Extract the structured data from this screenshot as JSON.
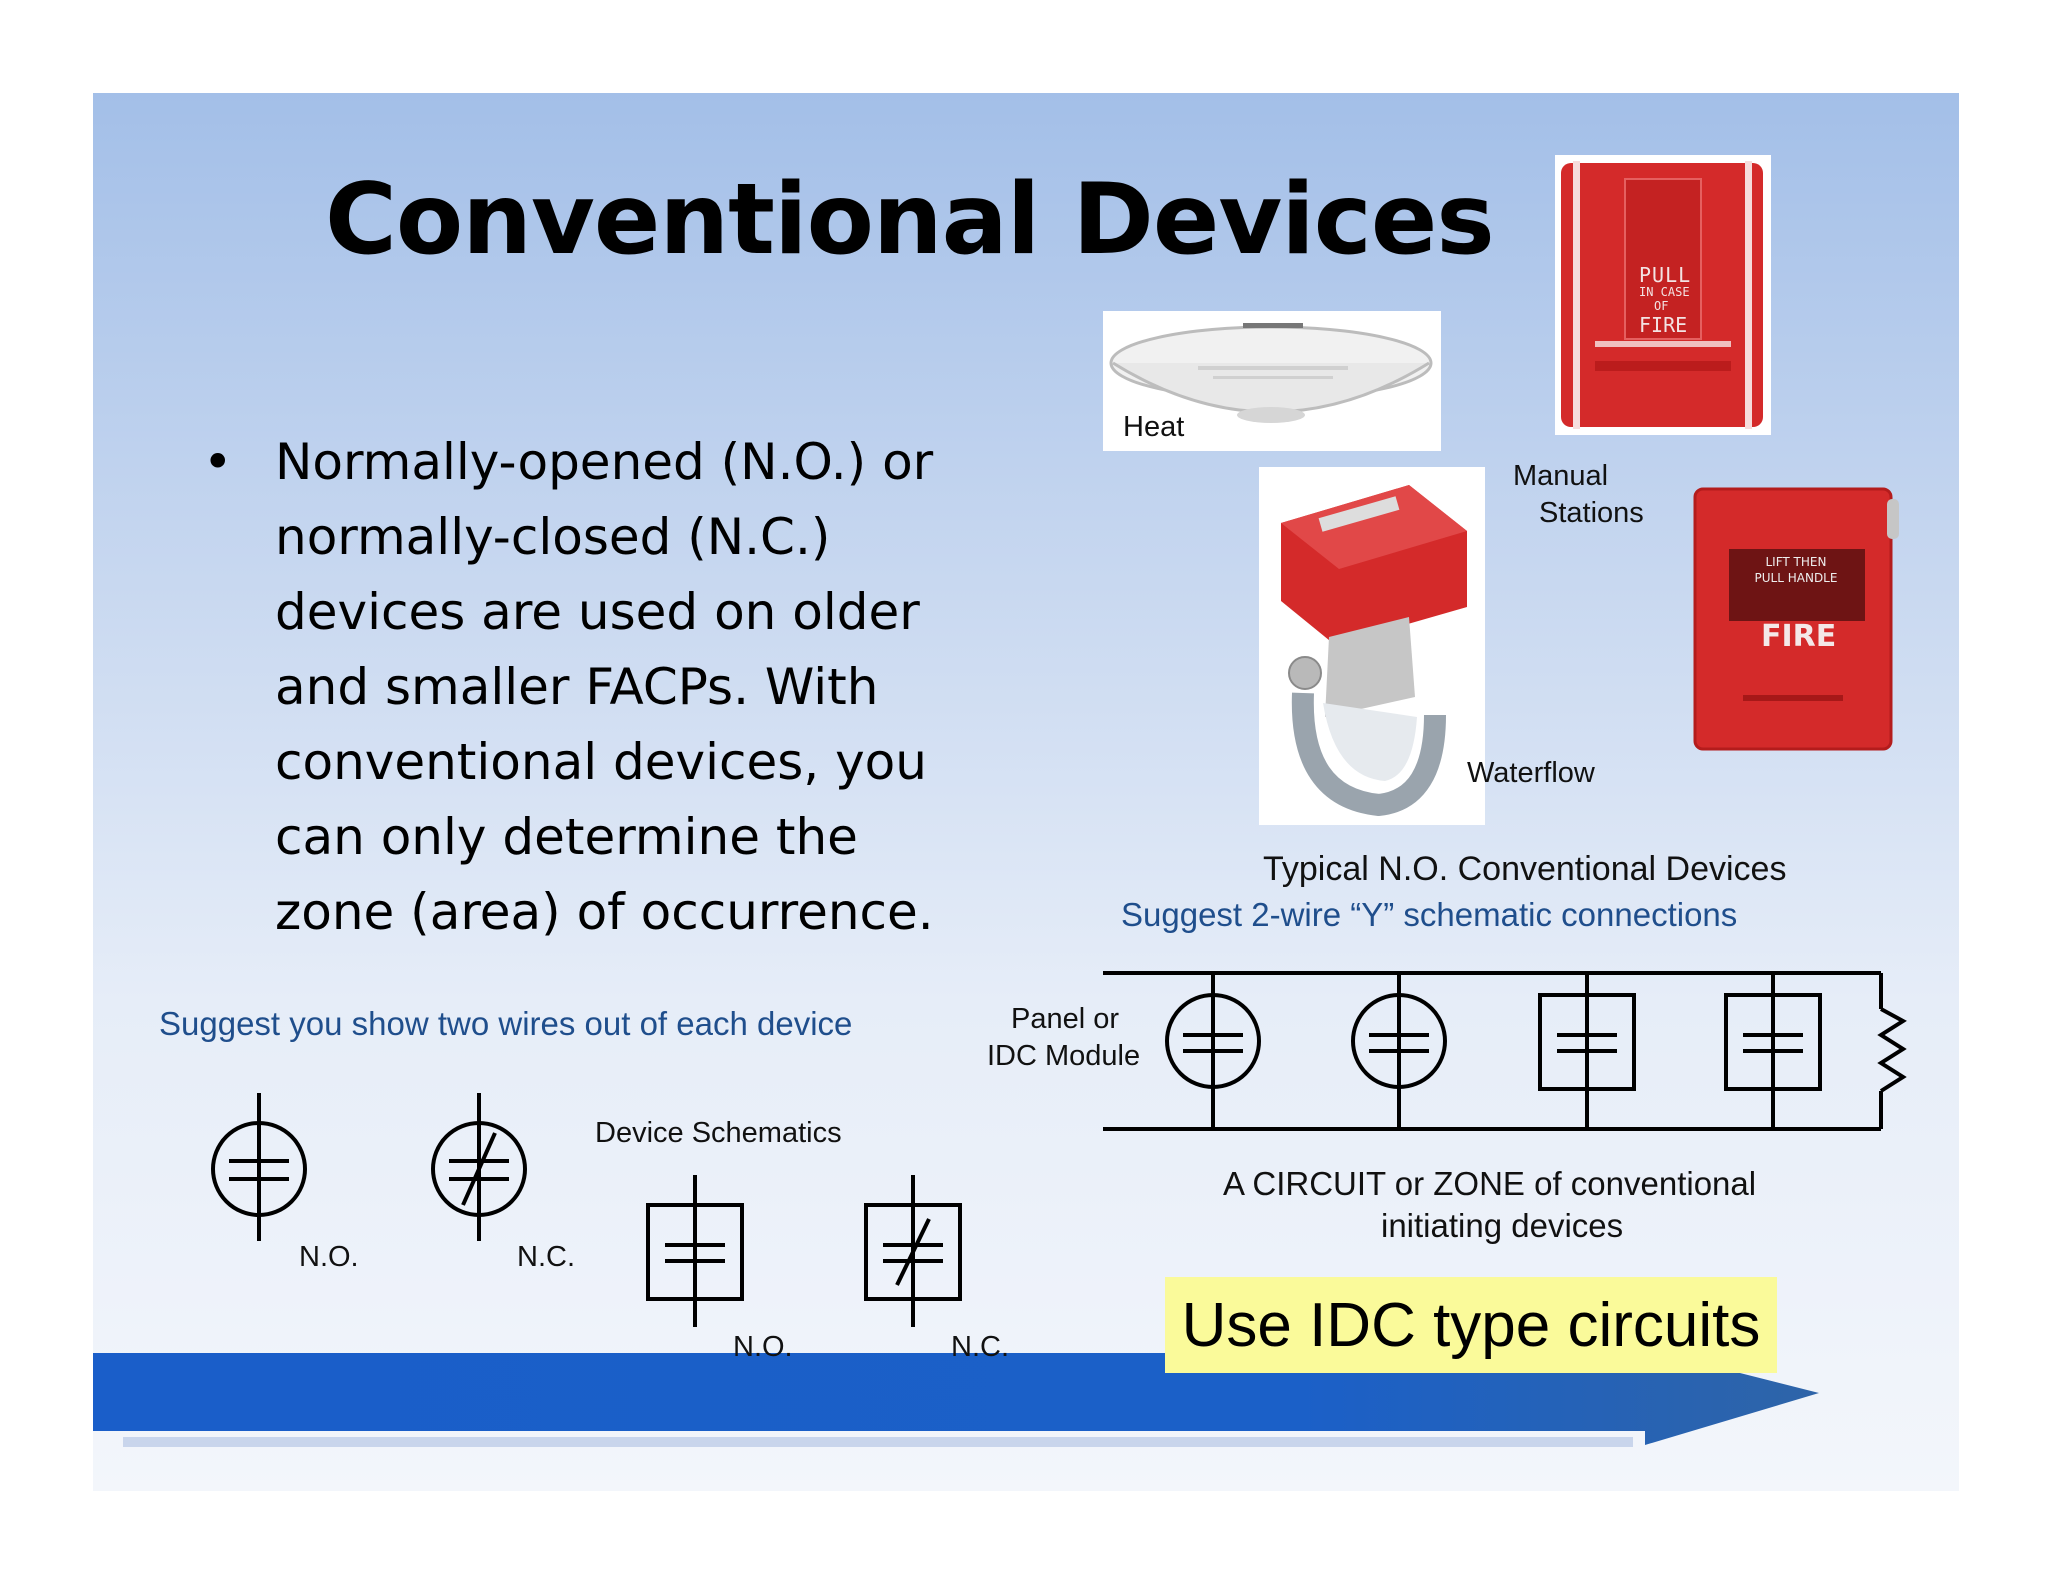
{
  "title": "Conventional Devices",
  "bullet": {
    "lines": [
      "Normally-opened (N.O.) or",
      "normally-closed (N.C.)",
      "devices are used on older",
      "and smaller FACPs.  With",
      "conventional devices, you",
      "can only determine the",
      "zone (area) of occurrence."
    ]
  },
  "photos": {
    "heat_label": "Heat",
    "manual_label_1": "Manual",
    "manual_label_2": "Stations",
    "waterflow_label": "Waterflow",
    "pull_text": "PULL",
    "in_case_text": "IN CASE",
    "of_text": "OF",
    "fire_text_1": "FIRE",
    "lift_text": "LIFT THEN",
    "pull_handle_text": "PULL HANDLE",
    "fire_text_2": "FIRE"
  },
  "typical_caption": "Typical N.O. Conventional Devices",
  "suggest_2wire": "Suggest 2-wire “Y” schematic connections",
  "suggest_two_wires": "Suggest you show two wires out of each device",
  "panel_label_1": "Panel or",
  "panel_label_2": "IDC Module",
  "device_schematics": "Device Schematics",
  "no_label": "N.O.",
  "nc_label": "N.C.",
  "circuit_caption_1": "A CIRCUIT or ZONE of conventional",
  "circuit_caption_2": "initiating devices",
  "idc_note": "Use IDC type circuits",
  "colors": {
    "banner_blue": "#1a5ec9",
    "note_yellow": "#fafa9a",
    "accent_text_blue": "#1f4e8c",
    "device_red": "#d42a2a"
  }
}
